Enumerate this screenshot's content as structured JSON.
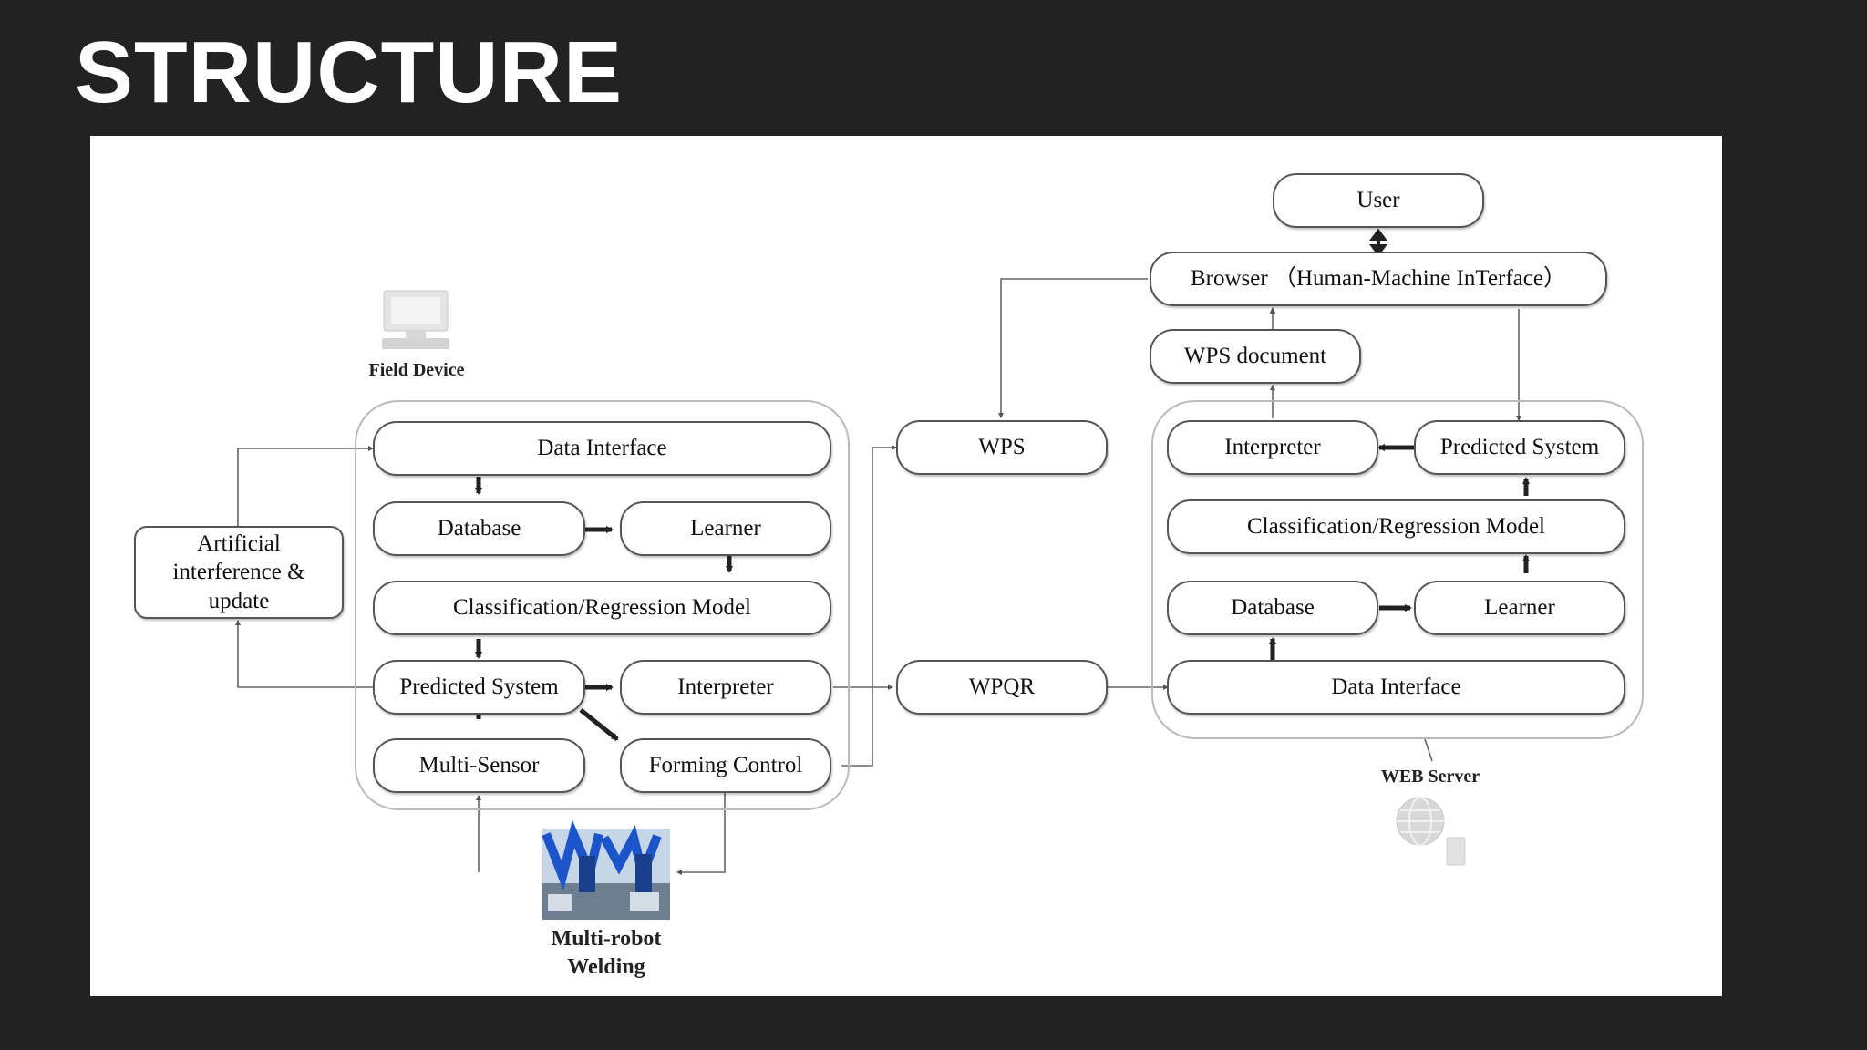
{
  "slide": {
    "title": "STRUCTURE"
  },
  "diagram": {
    "labels": {
      "field_device": "Field Device",
      "web_server": "WEB Server",
      "multi_robot_welding": "Multi-robot Welding"
    },
    "left": {
      "data_interface": "Data Interface",
      "database": "Database",
      "learner": "Learner",
      "classification_model": "Classification/Regression Model",
      "predicted_system": "Predicted System",
      "interpreter": "Interpreter",
      "multi_sensor": "Multi-Sensor",
      "forming_control": "Forming Control"
    },
    "artificial": "Artificial interference & update",
    "middle": {
      "wps": "WPS",
      "wpqr": "WPQR"
    },
    "right": {
      "user": "User",
      "browser": "Browser （Human-Machine InTerface）",
      "wps_document": "WPS document",
      "interpreter": "Interpreter",
      "predicted_system": "Predicted System",
      "classification_model": "Classification/Regression Model",
      "database": "Database",
      "learner": "Learner",
      "data_interface": "Data Interface"
    }
  }
}
